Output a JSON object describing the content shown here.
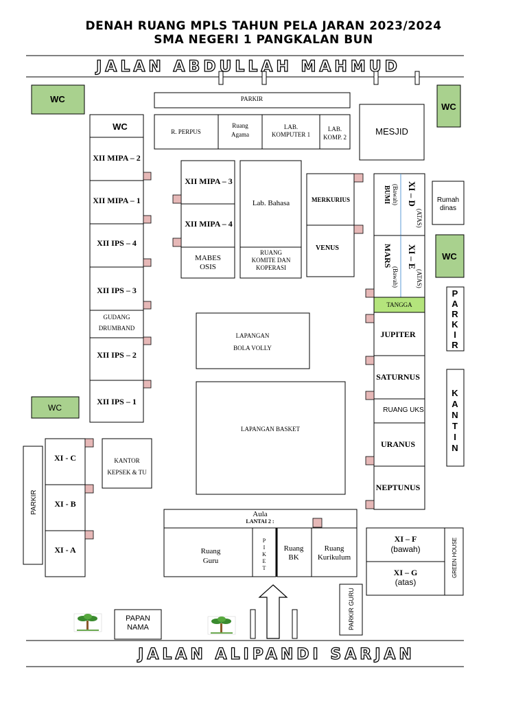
{
  "title": {
    "line1": "DENAH RUANG MPLS TAHUN PELA JARAN 2023/2024",
    "line2": "SMA NEGERI 1 PANGKALAN BUN"
  },
  "roads": {
    "top": "JALAN ABDULLAH MAHMUD",
    "bottom": "JALAN ALIPANDI SARJAN"
  },
  "rooms": {
    "wc": "WC",
    "parkir": "PARKIR",
    "r_perpus": "R. PERPUS",
    "ruang_agama_1": "Ruang",
    "ruang_agama_2": "Agama",
    "lab_komp1_1": "LAB.",
    "lab_komp1_2": "KOMPUTER 1",
    "lab_komp2_1": "LAB.",
    "lab_komp2_2": "KOMP. 2",
    "mesjid": "MESJID",
    "xii_mipa_2": "XII MIPA – 2",
    "xii_mipa_1": "XII MIPA – 1",
    "xii_ips_4": "XII IPS – 4",
    "xii_ips_3": "XII IPS – 3",
    "gudang_1": "GUDANG",
    "gudang_2": "DRUMBAND",
    "xii_ips_2": "XII IPS – 2",
    "xii_ips_1": "XII IPS – 1",
    "xii_mipa_3": "XII MIPA – 3",
    "xii_mipa_4": "XII MIPA – 4",
    "mabes_1": "MABES",
    "mabes_2": "OSIS",
    "lab_bahasa": "Lab. Bahasa",
    "komite_1": "RUANG",
    "komite_2": "KOMITE DAN",
    "komite_3": "KOPERASI",
    "merkurius": "MERKURIUS",
    "venus": "VENUS",
    "bumi": "BUMI",
    "bumi_sub": "(Bawah)",
    "xi_d": "XI – D",
    "xi_d_sub": "(ATAS)",
    "mars": "MARS",
    "mars_sub": "(Bawah)",
    "xi_e": "XI – E",
    "xi_e_sub": "(ATAS)",
    "rumah_1": "Rumah",
    "rumah_2": "dinas",
    "tangga": "TANGGA",
    "parkir_letters": [
      "P",
      "A",
      "R",
      "K",
      "I",
      "R"
    ],
    "jupiter": "JUPITER",
    "saturnus": "SATURNUS",
    "ruang_uks": "RUANG UKS",
    "uranus": "URANUS",
    "neptunus": "NEPTUNUS",
    "kantin_letters": [
      "K",
      "A",
      "N",
      "T",
      "I",
      "N"
    ],
    "lapangan_voli_1": "LAPANGAN",
    "lapangan_voli_2": "BOLA VOLLY",
    "lapangan_basket": "LAPANGAN BASKET",
    "xi_c": "XI - C",
    "xi_b": "XI - B",
    "xi_a": "XI - A",
    "kantor_1": "KANTOR",
    "kantor_2": "KEPSEK & TU",
    "aula": "Aula",
    "lantai2": "LANTAI 2 :",
    "ruang_guru_1": "Ruang",
    "ruang_guru_2": "Guru",
    "piket_letters": [
      "P",
      "I",
      "K",
      "E",
      "T"
    ],
    "ruang_bk_1": "Ruang",
    "ruang_bk_2": "BK",
    "kurikulum_1": "Ruang",
    "kurikulum_2": "Kurikulum",
    "xi_f": "XI – F",
    "xi_f_sub": "(bawah)",
    "xi_g": "XI – G",
    "xi_g_sub": "(atas)",
    "green_house": "GREEN HOUSE",
    "parkir_guru": "PARKIR GURU",
    "papan_1": "PAPAN",
    "papan_2": "NAMA"
  },
  "colors": {
    "green_room": "#a9d18e",
    "tangga": "#b4e47c",
    "door": "#e6b8b7"
  }
}
